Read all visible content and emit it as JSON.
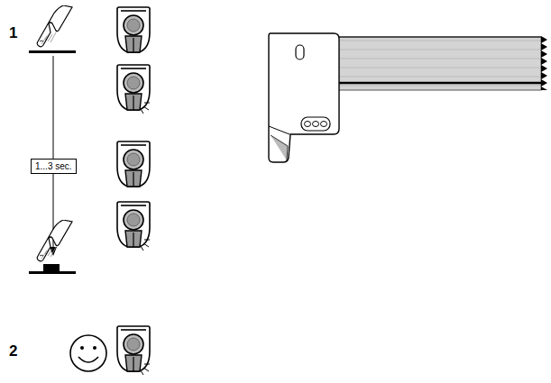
{
  "diagram": {
    "nodes": [
      {
        "text": [
          "1...3 sec."
        ]
      }
    ],
    "labels": [
      "1",
      "2"
    ]
  }
}
